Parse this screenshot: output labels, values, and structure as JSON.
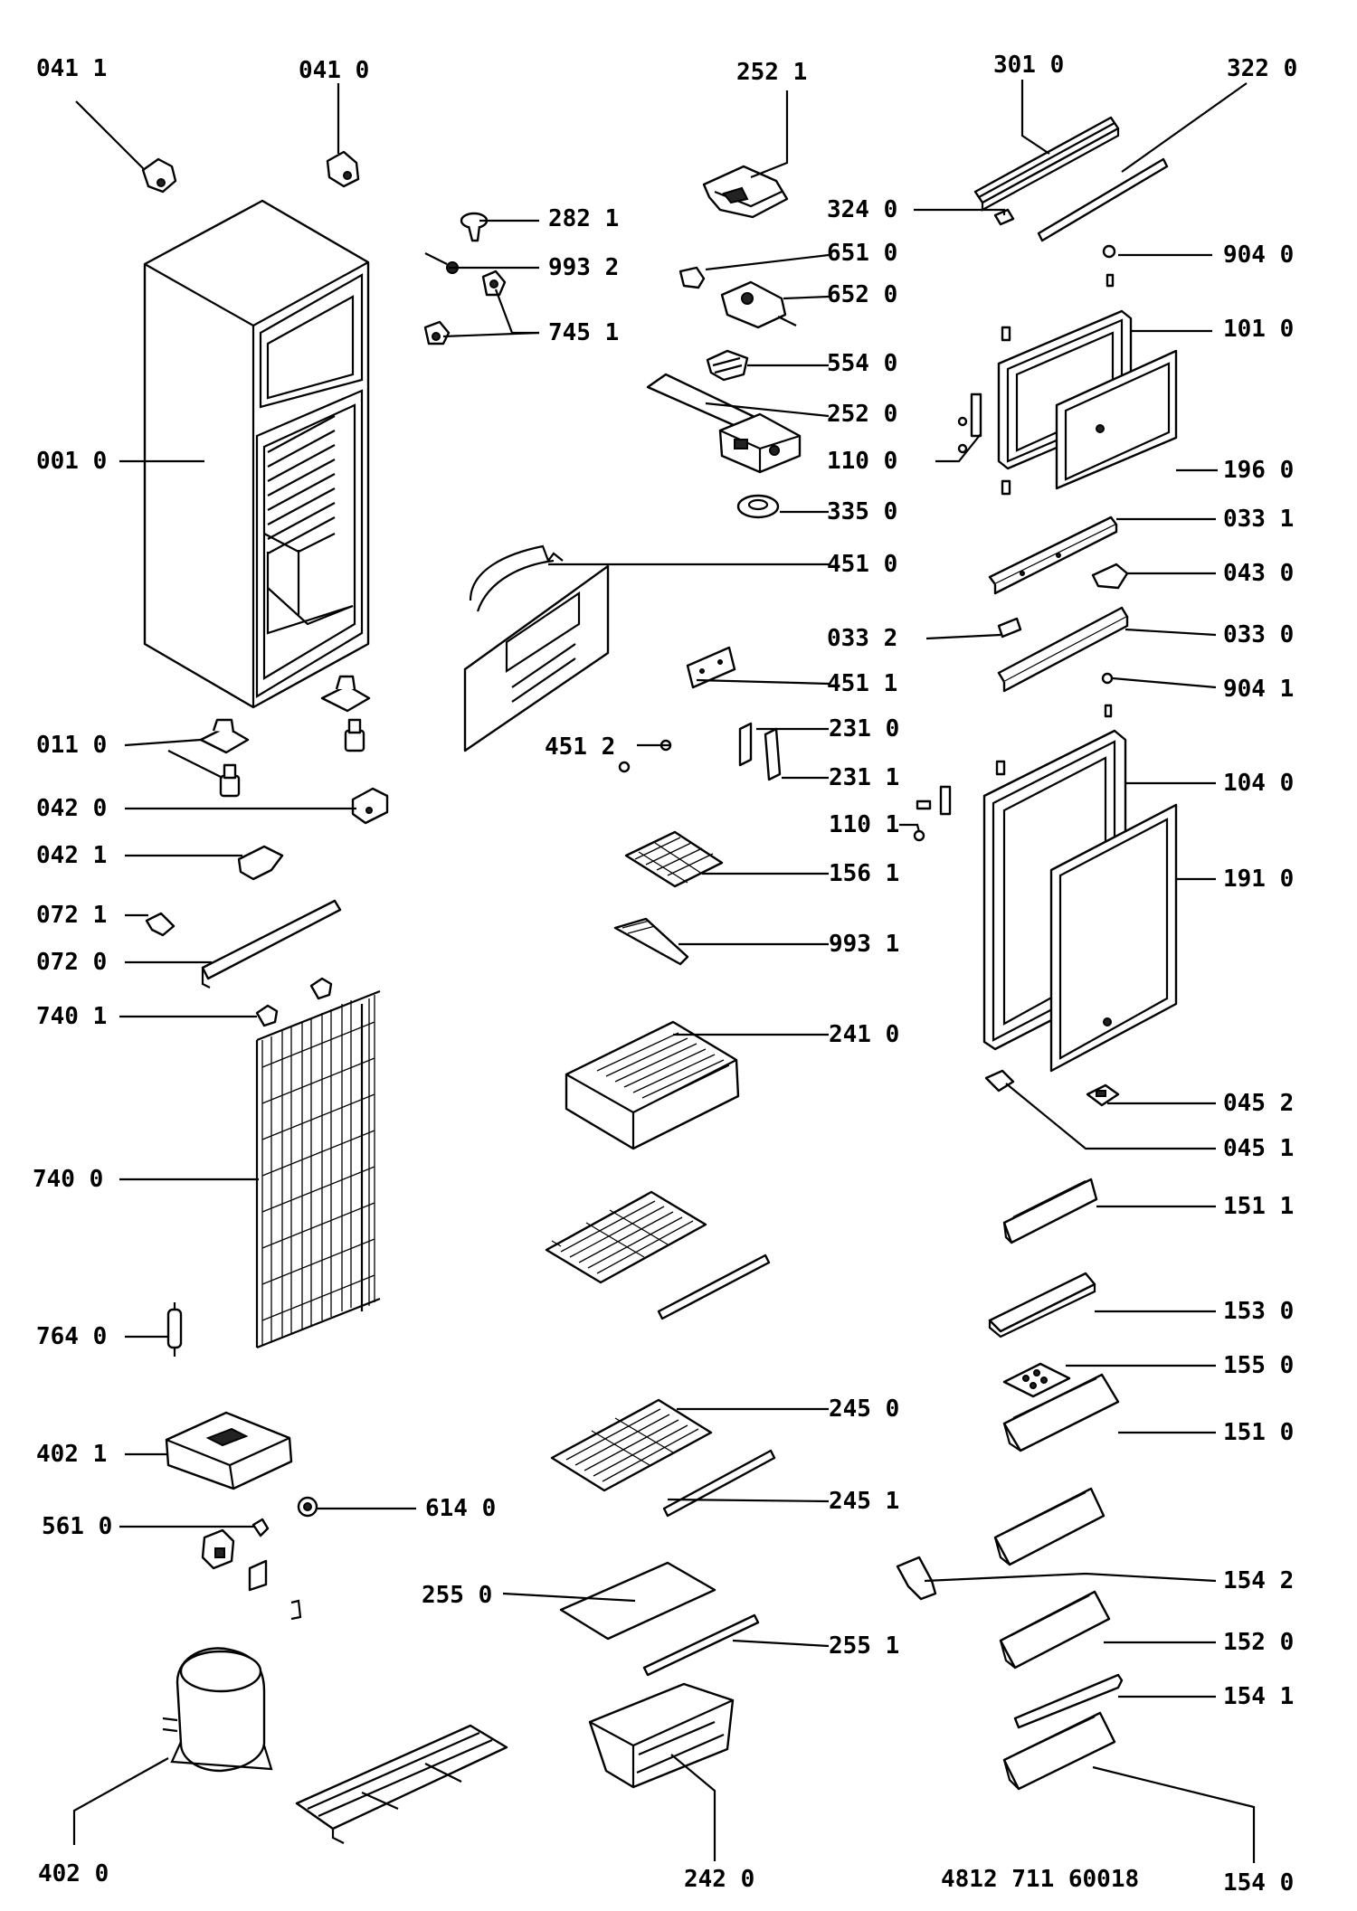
{
  "labels": {
    "l0411": "041 1",
    "l0410": "041 0",
    "l2521": "252 1",
    "l3010": "301 0",
    "l3220": "322 0",
    "l2821": "282 1",
    "l9932": "993 2",
    "l7451": "745 1",
    "l3240": "324 0",
    "l6510": "651 0",
    "l6520": "652 0",
    "l9040": "904 0",
    "l1010": "101 0",
    "l5540": "554 0",
    "l2520": "252 0",
    "l0010": "001 0",
    "l1100": "110 0",
    "l1960": "196 0",
    "l3350": "335 0",
    "l0331": "033 1",
    "l4510": "451 0",
    "l0430": "043 0",
    "l0332": "033 2",
    "l0330": "033 0",
    "l4511": "451 1",
    "l9041": "904 1",
    "l2310": "231 0",
    "l0110": "011 0",
    "l4512": "451 2",
    "l2311": "231 1",
    "l1040": "104 0",
    "l0420": "042 0",
    "l1101": "110 1",
    "l0421": "042 1",
    "l1561": "156 1",
    "l1910": "191 0",
    "l0721": "072 1",
    "l0720": "072 0",
    "l9931": "993 1",
    "l7401": "740 1",
    "l2410": "241 0",
    "l0452": "045 2",
    "l0451": "045 1",
    "l7400": "740 0",
    "l1511": "151 1",
    "l1530": "153 0",
    "l7640": "764 0",
    "l1550": "155 0",
    "l2450": "245 0",
    "l1510": "151 0",
    "l4021": "402 1",
    "l6140": "614 0",
    "l2451": "245 1",
    "l5610": "561 0",
    "l1542": "154 2",
    "l2550": "255 0",
    "l1520": "152 0",
    "l2551": "255 1",
    "l1541": "154 1",
    "l4020": "402 0",
    "l2420": "242 0",
    "l1540": "154 0",
    "docref": "4812 711 60018"
  }
}
